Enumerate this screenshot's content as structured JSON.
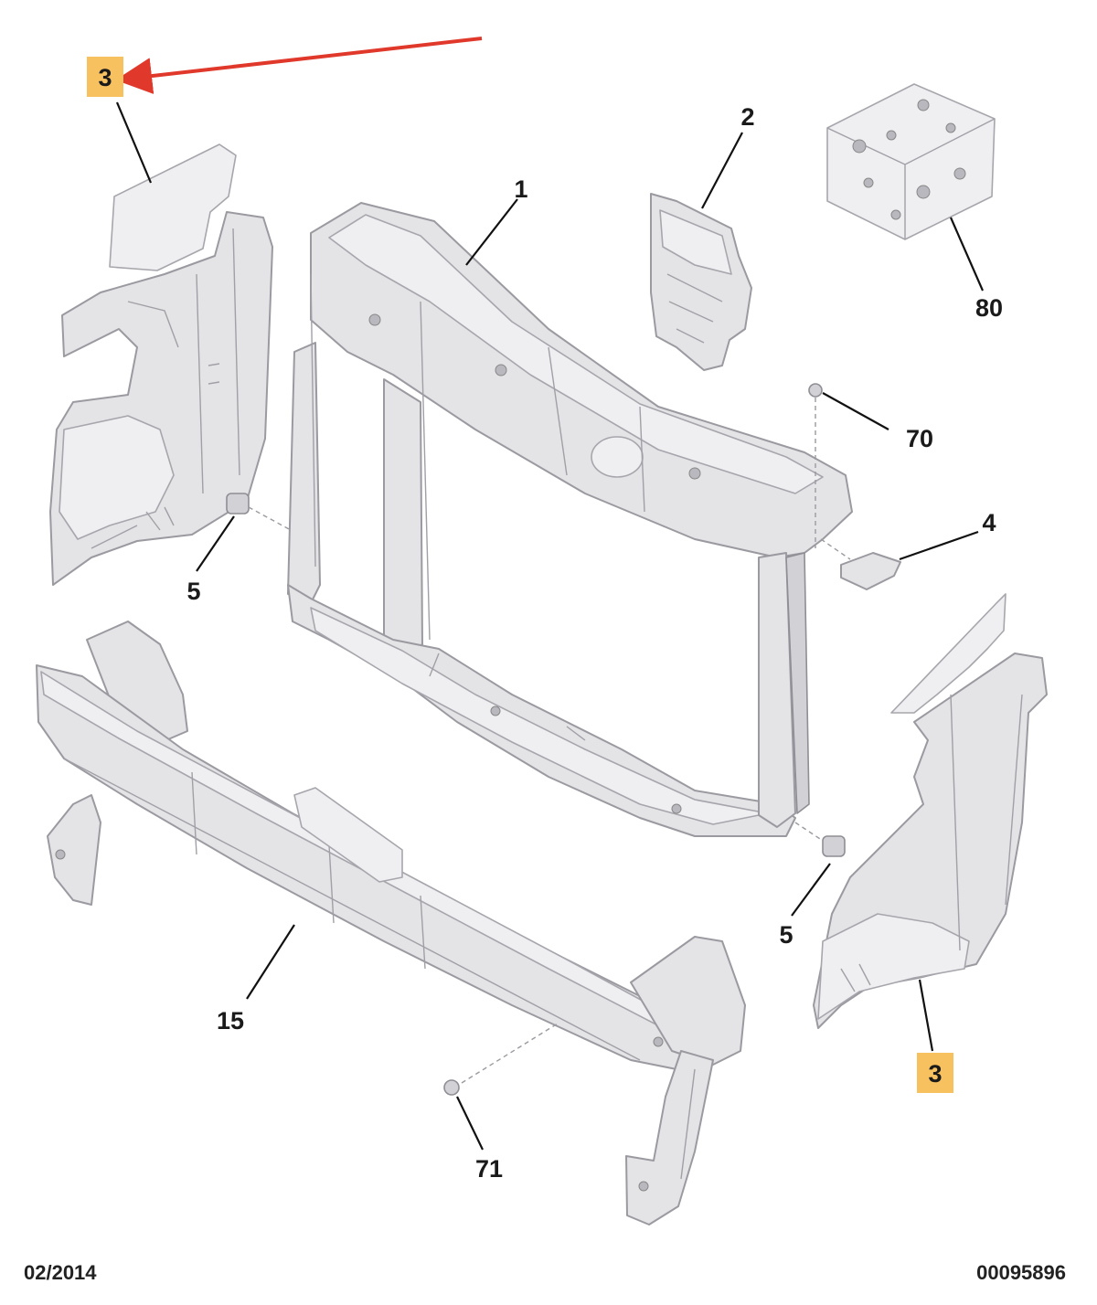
{
  "callouts": {
    "c1": "1",
    "c2": "2",
    "c3_top": "3",
    "c3_bottom": "3",
    "c4": "4",
    "c5_left": "5",
    "c5_right": "5",
    "c15": "15",
    "c70": "70",
    "c71": "71",
    "c80": "80"
  },
  "footer": {
    "date": "02/2014",
    "reference": "00095896"
  },
  "colors": {
    "highlight": "#f7c160",
    "arrow": "#e0392b"
  }
}
